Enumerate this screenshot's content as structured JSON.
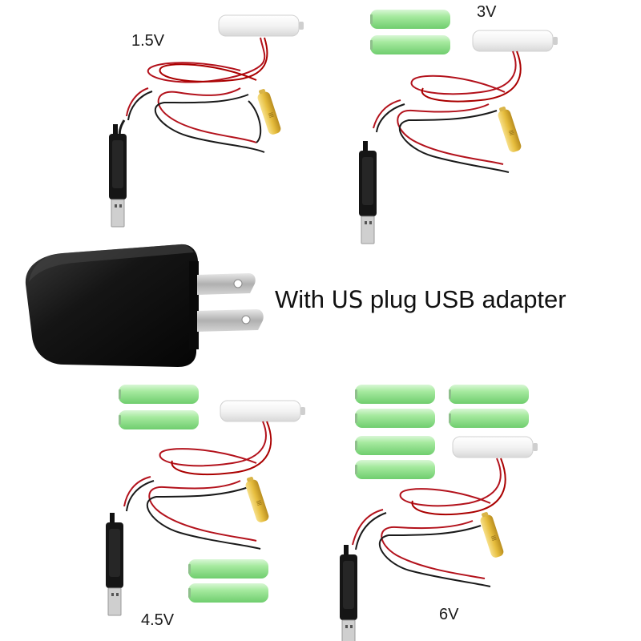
{
  "labels": {
    "v15": "1.5V",
    "v3": "3V",
    "v45": "4.5V",
    "v6": "6V"
  },
  "caption": {
    "prefix": "With",
    "us": "US",
    "suffix": "plug USB adapter"
  },
  "colors": {
    "background": "#ffffff",
    "green_battery": "#9be39a",
    "yellow_battery": "#e8c24a",
    "dummy_battery": "#f4f4f4",
    "red_wire": "#b3121c",
    "black_wire": "#1a1a1a",
    "usb_body": "#151515",
    "adapter_body": "#111111",
    "prong": "#c9c9c9"
  },
  "icons": {
    "green_battery": "green-aa-battery-icon",
    "yellow_battery": "yellow-aa-battery-icon",
    "dummy_battery": "dummy-battery-icon",
    "usb_plug": "usb-plug-icon",
    "wall_adapter": "us-plug-adapter-icon"
  }
}
